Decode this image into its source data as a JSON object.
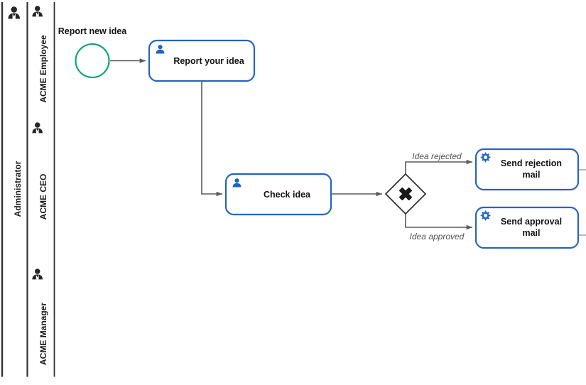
{
  "diagram": {
    "type": "bpmn-collaboration-diagram",
    "colors": {
      "pool_border": "#333333",
      "lane_border": "#333333",
      "task_border": "#2563C4",
      "task_fill": "#FFFFFF",
      "task_icon": "#1F63C8",
      "start_event_border": "#0CA678",
      "gateway_border": "#333333",
      "gateway_marker": "#1A1A1A",
      "connector": "#5A5A5A",
      "label_text": "#111111",
      "flow_label_text": "#555555",
      "lane_icon": "#262626"
    },
    "pool": {
      "name": "Administrator",
      "icon": "person-icon"
    },
    "lanes": [
      {
        "id": "lane-employee",
        "name": "ACME Employee",
        "icon": "person-icon"
      },
      {
        "id": "lane-ceo",
        "name": "ACME CEO",
        "icon": "person-icon"
      },
      {
        "id": "lane-manager",
        "name": "ACME Manager",
        "icon": "person-icon"
      }
    ],
    "events": [
      {
        "id": "start-event",
        "kind": "start-event",
        "label": "Report new idea",
        "lane": "ACME Employee"
      }
    ],
    "tasks": [
      {
        "id": "task-report-your-idea",
        "kind": "user-task",
        "icon": "user-icon",
        "label": "Report your idea",
        "lane": "ACME Employee"
      },
      {
        "id": "task-check-idea",
        "kind": "user-task",
        "icon": "user-icon",
        "label": "Check idea",
        "lane": "ACME CEO"
      },
      {
        "id": "task-send-rejection-mail",
        "kind": "service-task",
        "icon": "gear-icon",
        "label_line1": "Send rejection",
        "label_line2": "mail",
        "lane": "ACME CEO"
      },
      {
        "id": "task-send-approval-mail",
        "kind": "service-task",
        "icon": "gear-icon",
        "label_line1": "Send approval",
        "label_line2": "mail",
        "lane": "ACME CEO"
      }
    ],
    "gateways": [
      {
        "id": "gateway-idea-decision",
        "kind": "exclusive-gateway",
        "marker": "x-cross",
        "label": "",
        "lane": "ACME CEO"
      }
    ],
    "flows": [
      {
        "id": "flow-start-to-report",
        "label": ""
      },
      {
        "id": "flow-report-to-check",
        "label": ""
      },
      {
        "id": "flow-check-to-gateway",
        "label": ""
      },
      {
        "id": "flow-gateway-to-rejection",
        "label": "Idea rejected"
      },
      {
        "id": "flow-gateway-to-approval",
        "label": "Idea approved"
      }
    ]
  }
}
